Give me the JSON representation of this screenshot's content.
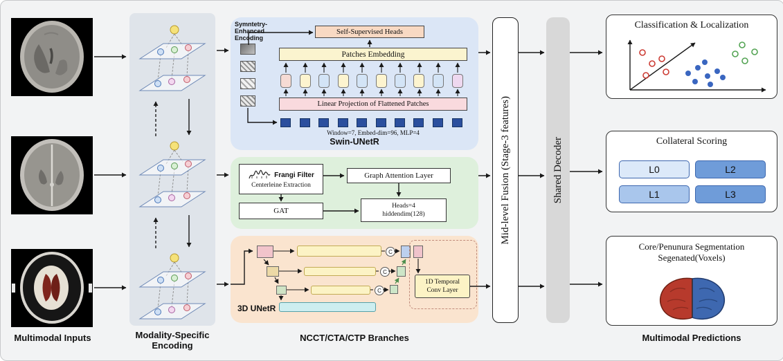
{
  "figure": {
    "footer": {
      "inputs": "Multimodal Inputs",
      "encoding_line1": "Modality-Specific",
      "encoding_line2": "Encoding",
      "branches": "NCCT/CTA/CTP Branches",
      "predictions": "Multimodal Predictions"
    },
    "swin": {
      "symmetry_line1": "Symntetry-",
      "symmetry_line2": "Enhanced",
      "symmetry_line3": "Encoding",
      "self_supervised_heads": "Self-Supervised Heads",
      "patches_embedding": "Patches Embedding",
      "linear_projection": "Linear Projection of Flattened Patches",
      "hyperparams": "Window=7, Embed-dim=96, MLP=4",
      "title": "Swin-UNetR"
    },
    "vessel": {
      "frangi_filter": "Frangi Filter",
      "centerline_extraction": "Centerleine Extraction",
      "graph_attention_layer": "Graph Attention Layer",
      "gat": "GAT",
      "heads_line1": "Heads=4",
      "heads_line2": "hiddendim(128)"
    },
    "unet": {
      "concat": "C",
      "temporal_line1": "1D Temporal",
      "temporal_line2": "Conv Layer",
      "title": "3D UNetR"
    },
    "fusion_label": "Mid-level Fusion (Stage-3 features)",
    "decoder_label": "Shared Decoder",
    "outputs": {
      "classification_title": "Classification & Localization",
      "collateral_title": "Collateral Scoring",
      "collateral_buttons": [
        {
          "label": "L0",
          "color": "#dce9f9"
        },
        {
          "label": "L2",
          "color": "#6f9cd9"
        },
        {
          "label": "L1",
          "color": "#a9c6ec"
        },
        {
          "label": "L3",
          "color": "#6f9cd9"
        }
      ],
      "segmentation_line1": "Core/Penunura Segmentation",
      "segmentation_line2": "Segenated(Voxels)"
    }
  }
}
